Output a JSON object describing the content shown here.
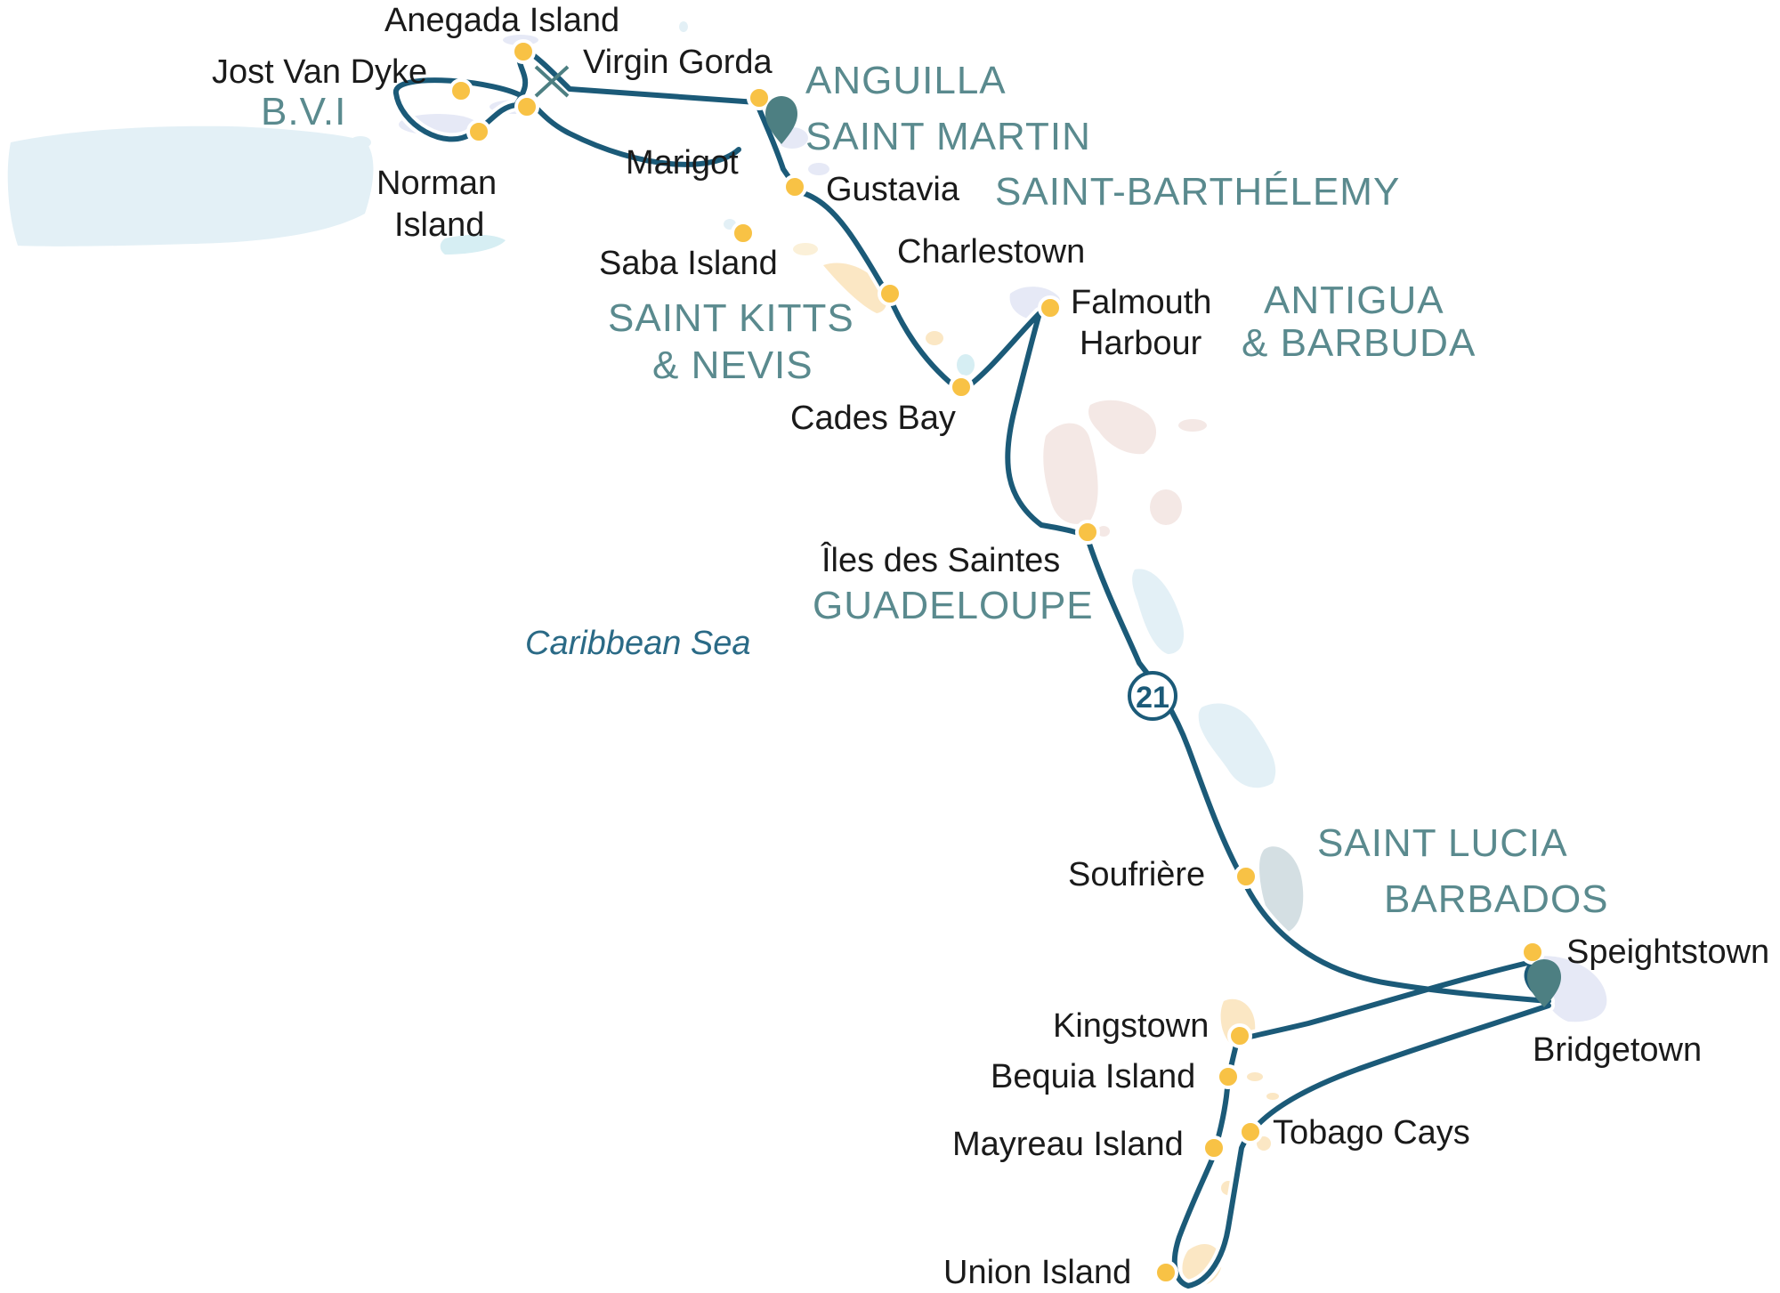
{
  "colors": {
    "route": "#1b5a78",
    "route_halo": "#ffffff",
    "port_dot": "#f8c245",
    "country_label": "#5a8a8e",
    "sea_label": "#2a6a86",
    "marker": "#4d7f82",
    "badge": "#1b5a78"
  },
  "sea": "Caribbean Sea",
  "countries": {
    "bvi": "B.V.I",
    "anguilla": "ANGUILLA",
    "saint_martin": "SAINT MARTIN",
    "saint_barthelemy": "SAINT-BARTHÉLEMY",
    "saint_kitts_l1": "SAINT KITTS",
    "saint_kitts_l2": "& NEVIS",
    "antigua_l1": "ANTIGUA",
    "antigua_l2": "& BARBUDA",
    "guadeloupe": "GUADELOUPE",
    "saint_lucia": "SAINT LUCIA",
    "barbados": "BARBADOS"
  },
  "ports": {
    "anegada": "Anegada Island",
    "virgin_gorda": "Virgin Gorda",
    "jost_van_dyke": "Jost Van Dyke",
    "norman_l1": "Norman",
    "norman_l2": "Island",
    "marigot": "Marigot",
    "gustavia": "Gustavia",
    "saba": "Saba Island",
    "charlestown": "Charlestown",
    "falmouth_l1": "Falmouth",
    "falmouth_l2": "Harbour",
    "cades_bay": "Cades Bay",
    "iles_des_saintes": "Îles des Saintes",
    "soufriere": "Soufrière",
    "speightstown": "Speightstown",
    "bridgetown": "Bridgetown",
    "kingstown": "Kingstown",
    "bequia": "Bequia Island",
    "mayreau": "Mayreau Island",
    "tobago_cays": "Tobago Cays",
    "union_island": "Union Island"
  },
  "route_days": "21"
}
